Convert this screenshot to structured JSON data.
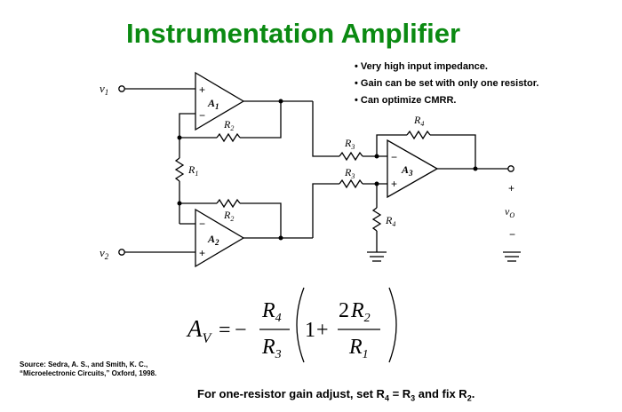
{
  "title": "Instrumentation Amplifier",
  "bullets": [
    "Very high input impedance.",
    "Gain can be set with only one resistor.",
    "Can optimize CMRR."
  ],
  "source": "Source:  Sedra, A. S., and Smith, K. C., “Microelectronic Circuits,” Oxford, 1998.",
  "note": {
    "prefix": "For one-resistor gain adjust, set R",
    "r4_sub": "4",
    "middle": " = R",
    "r3_sub": "3",
    "and_fix": " and fix R",
    "r2_sub": "2",
    "end": "."
  },
  "circuit": {
    "inputs": {
      "v1": "v",
      "v1_sub": "1",
      "v2": "v",
      "v2_sub": "2"
    },
    "opamps": {
      "a1": "A",
      "a1_sub": "1",
      "a2": "A",
      "a2_sub": "2",
      "a3": "A",
      "a3_sub": "3"
    },
    "resistors": {
      "r1": "R",
      "r1_sub": "1",
      "r2_top": "R",
      "r2_top_sub": "2",
      "r2_bot": "R",
      "r2_bot_sub": "2",
      "r3_top": "R",
      "r3_top_sub": "3",
      "r3_bot": "R",
      "r3_bot_sub": "3",
      "r4_fb": "R",
      "r4_fb_sub": "4",
      "r4_gnd": "R",
      "r4_gnd_sub": "4"
    },
    "output": {
      "label": "v",
      "label_sub": "O",
      "plus": "+",
      "minus": "−"
    },
    "pin_plus": "+",
    "pin_minus": "−"
  },
  "formula": {
    "lhs": "A",
    "lhs_sub": "V",
    "equals": "=",
    "neg": "−",
    "num1": "R",
    "num1_sub": "4",
    "den1": "R",
    "den1_sub": "3",
    "lparen": "(",
    "one": "1",
    "plus": "+",
    "num2_coef": "2",
    "num2": "R",
    "num2_sub": "2",
    "den2": "R",
    "den2_sub": "1",
    "rparen": ")"
  }
}
